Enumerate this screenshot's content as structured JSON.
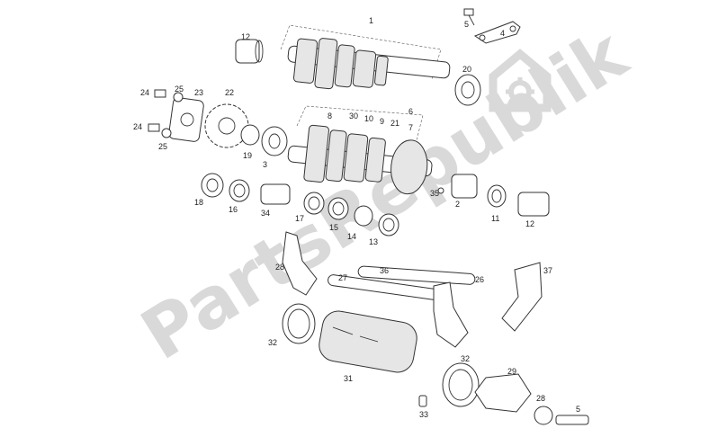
{
  "watermark": {
    "text": "PartsRepublik",
    "color": "#d9d9d9"
  },
  "callouts": {
    "c1": "1",
    "c2": "2",
    "c3": "3",
    "c4": "4",
    "c5a": "5",
    "c5b": "5",
    "c6": "6",
    "c7": "7",
    "c8": "8",
    "c9": "9",
    "c10": "10",
    "c11": "11",
    "c12a": "12",
    "c12b": "12",
    "c13": "13",
    "c14": "14",
    "c15": "15",
    "c16": "16",
    "c17": "17",
    "c18": "18",
    "c19": "19",
    "c20": "20",
    "c21": "21",
    "c22": "22",
    "c23": "23",
    "c24a": "24",
    "c24b": "24",
    "c25a": "25",
    "c25b": "25",
    "c26": "26",
    "c27": "27",
    "c28a": "28",
    "c28b": "28",
    "c29": "29",
    "c30": "30",
    "c31": "31",
    "c32a": "32",
    "c32b": "32",
    "c33": "33",
    "c34": "34",
    "c35": "35",
    "c36": "36",
    "c37": "37"
  },
  "icons": {
    "watermark_logo": "gear-in-house-icon"
  }
}
